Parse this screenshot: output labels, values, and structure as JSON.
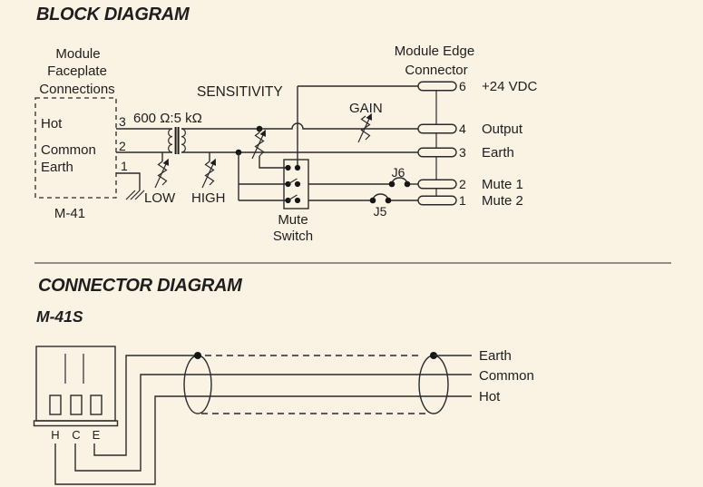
{
  "colors": {
    "background": "#faf2e3",
    "ink": "#1e1e1e"
  },
  "block_diagram": {
    "title": "BLOCK DIAGRAM",
    "faceplate": {
      "heading_line1": "Module",
      "heading_line2": "Faceplate",
      "heading_line3": "Connections",
      "module_name": "M-41",
      "pins": [
        {
          "number": "3",
          "label": "Hot"
        },
        {
          "number": "2",
          "label": "Common"
        },
        {
          "number": "1",
          "label": "Earth"
        }
      ]
    },
    "transformer_ratio": "600 Ω:5 kΩ",
    "pots": {
      "low": "LOW",
      "high": "HIGH",
      "sensitivity": "SENSITIVITY",
      "gain": "GAIN"
    },
    "mute_switch": {
      "line1": "Mute",
      "line2": "Switch"
    },
    "jumpers": {
      "j6": "J6",
      "j5": "J5"
    },
    "edge_connector": {
      "heading_line1": "Module Edge",
      "heading_line2": "Connector",
      "pins": [
        {
          "number": "6",
          "label": "+24 VDC"
        },
        {
          "number": "4",
          "label": "Output"
        },
        {
          "number": "3",
          "label": "Earth"
        },
        {
          "number": "2",
          "label": "Mute 1"
        },
        {
          "number": "1",
          "label": "Mute 2"
        }
      ]
    }
  },
  "connector_diagram": {
    "title": "CONNECTOR DIAGRAM",
    "module_name": "M-41S",
    "terminals": [
      {
        "label": "H"
      },
      {
        "label": "C"
      },
      {
        "label": "E"
      }
    ],
    "wires": [
      {
        "label": "Earth"
      },
      {
        "label": "Common"
      },
      {
        "label": "Hot"
      }
    ]
  }
}
